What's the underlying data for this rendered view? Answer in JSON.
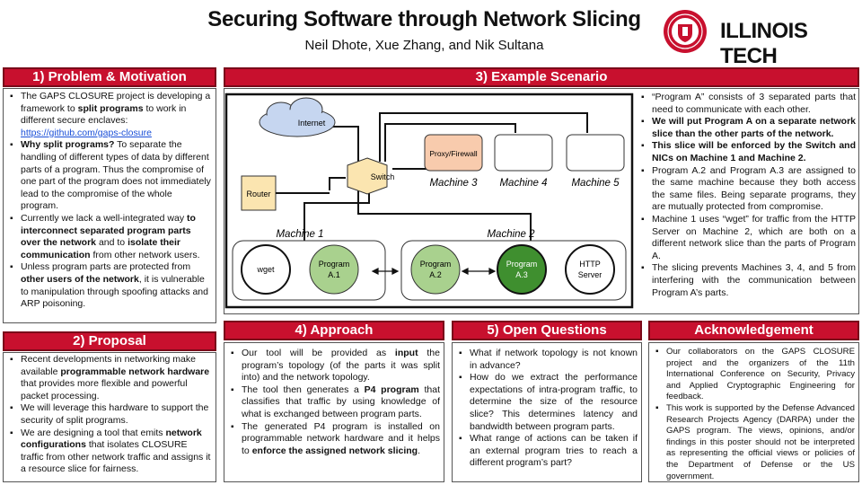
{
  "header": {
    "title": "Securing Software through Network Slicing",
    "authors": "Neil Dhote, Xue Zhang, and Nik Sultana",
    "brand": "ILLINOIS TECH"
  },
  "sections": {
    "problem": "1) Problem & Motivation",
    "proposal": "2) Proposal",
    "scenario": "3) Example Scenario",
    "approach": "4) Approach",
    "questions": "5) Open Questions",
    "ack": "Acknowledgement"
  },
  "problem": {
    "b1a": "The GAPS CLOSURE project is developing a framework to ",
    "b1b": "split programs",
    "b1c": " to work in different secure enclaves: ",
    "b1link": "https://github.com/gaps-closure",
    "b2a": "Why split programs?",
    "b2b": " To separate the handling of different types of data by different parts of a program. Thus the compromise of one part of the program does not immediately lead to the compromise of the whole program.",
    "b3a": "Currently we lack a well-integrated way ",
    "b3b": "to interconnect separated program parts over the network",
    "b3c": " and to ",
    "b3d": "isolate their communication",
    "b3e": " from other network users.",
    "b4a": "Unless program parts are protected from ",
    "b4b": "other users of the network",
    "b4c": ", it is vulnerable to manipulation through spoofing attacks and ARP poisoning."
  },
  "proposal": {
    "b1a": "Recent developments in networking make available ",
    "b1b": "programmable network hardware",
    "b1c": " that provides more flexible and powerful packet processing.",
    "b2": "We will leverage this hardware to support the security of split programs.",
    "b3a": "We are designing a tool that emits ",
    "b3b": "network configurations",
    "b3c": " that isolates CLOSURE traffic from other network traffic and assigns it a resource slice for fairness."
  },
  "diagram": {
    "internet": "Internet",
    "router": "Router",
    "switch": "Switch",
    "proxy": "Proxy/Firewall",
    "m3": "Machine 3",
    "m4": "Machine 4",
    "m5": "Machine 5",
    "m1": "Machine 1",
    "m2": "Machine 2",
    "wget": "wget",
    "pa1_1": "Program",
    "pa1_2": "A.1",
    "pa2_1": "Program",
    "pa2_2": "A.2",
    "pa3_1": "Program",
    "pa3_2": "A.3",
    "http1": "HTTP",
    "http2": "Server",
    "colors": {
      "router": "#fbe5b0",
      "proxy": "#f8cbad",
      "cloud": "#c6d6f0",
      "green_light": "#a9d18e",
      "green_dark": "#3f8f2f"
    }
  },
  "scenario_text": {
    "b1": "“Program A” consists of 3 separated parts that need to communicate with each other.",
    "b2": "We will put Program A on a separate network slice than the other parts of the network.",
    "b3": "This slice will be enforced by the Switch and NICs on Machine 1 and Machine 2.",
    "b4": "Program A.2 and Program A.3 are assigned to the same machine because they both access the same files. Being separate programs, they are mutually protected from compromise.",
    "b5": "Machine 1 uses “wget” for traffic from the HTTP Server on Machine 2, which are both on a different network slice than the parts of Program A.",
    "b6": "The slicing prevents Machines 3, 4, and 5 from interfering with the communication between Program A’s parts."
  },
  "approach": {
    "b1a": "Our tool will be provided as ",
    "b1b": "input",
    "b1c": " the program’s topology (of the parts it was split into) and the network topology.",
    "b2a": "The tool then generates a ",
    "b2b": "P4 program",
    "b2c": " that classifies that traffic by using knowledge of what is exchanged between program parts.",
    "b3a": "The generated P4 program is installed on programmable network hardware and it helps to ",
    "b3b": "enforce the assigned network slicing",
    "b3c": "."
  },
  "questions": {
    "b1": "What if network topology is not known in advance?",
    "b2": "How do we extract the performance expectations of intra-program traffic, to determine the size of the resource slice? This determines latency and bandwidth between program parts.",
    "b3": "What range of actions can be taken if an external program tries to reach a different program’s part?"
  },
  "ack": {
    "b1": "Our collaborators on the GAPS CLOSURE project and the organizers of the 11th International Conference on Security, Privacy and Applied Cryptographic Engineering for feedback.",
    "b2": "This work is supported by the Defense Advanced Research Projects Agency (DARPA) under the GAPS program. The views, opinions, and/or findings in this poster should not be interpreted as representing the official views or policies of the Department of Defense or the US government."
  }
}
